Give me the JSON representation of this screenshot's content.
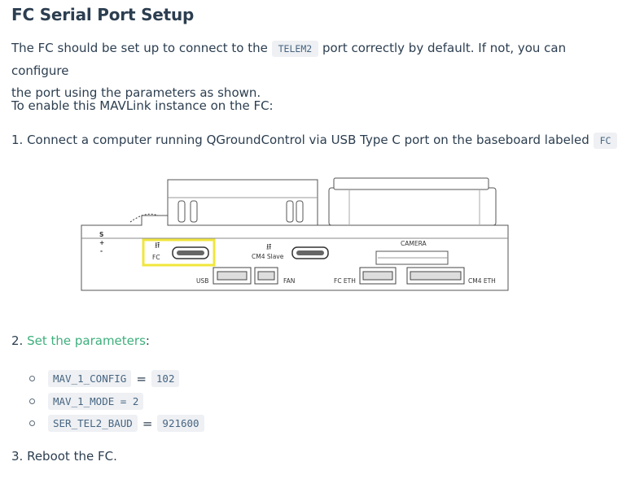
{
  "title": "FC Serial Port Setup",
  "intro": {
    "pre": "The FC should be set up to connect to the",
    "port_code": "TELEM2",
    "post_line1": "port correctly by default. If not, you can configure",
    "line2": "the port using the parameters as shown."
  },
  "enable_text": "To enable this MAVLink instance on the FC:",
  "step1": {
    "text": "1. Connect a computer running QGroundControl via USB Type C port on the baseboard labeled",
    "code": "FC"
  },
  "diagram": {
    "labels": {
      "s": "S",
      "plus": "+",
      "minus": "-",
      "fc": "FC",
      "cm4_slave": "CM4 Slave",
      "camera": "CAMERA",
      "usb": "USB",
      "fan": "FAN",
      "fc_eth": "FC ETH",
      "cm4_eth": "CM4 ETH"
    },
    "highlight_color": "#f0e63c"
  },
  "step2": {
    "prefix": "2.",
    "link_text": "Set the parameters",
    "suffix": ":"
  },
  "params": [
    {
      "code": "MAV_1_CONFIG",
      "eq": "=",
      "value": "102"
    },
    {
      "code": "MAV_1_MODE = 2"
    },
    {
      "code": "SER_TEL2_BAUD",
      "eq": "=",
      "value": "921600"
    }
  ],
  "step3": "3. Reboot the FC."
}
